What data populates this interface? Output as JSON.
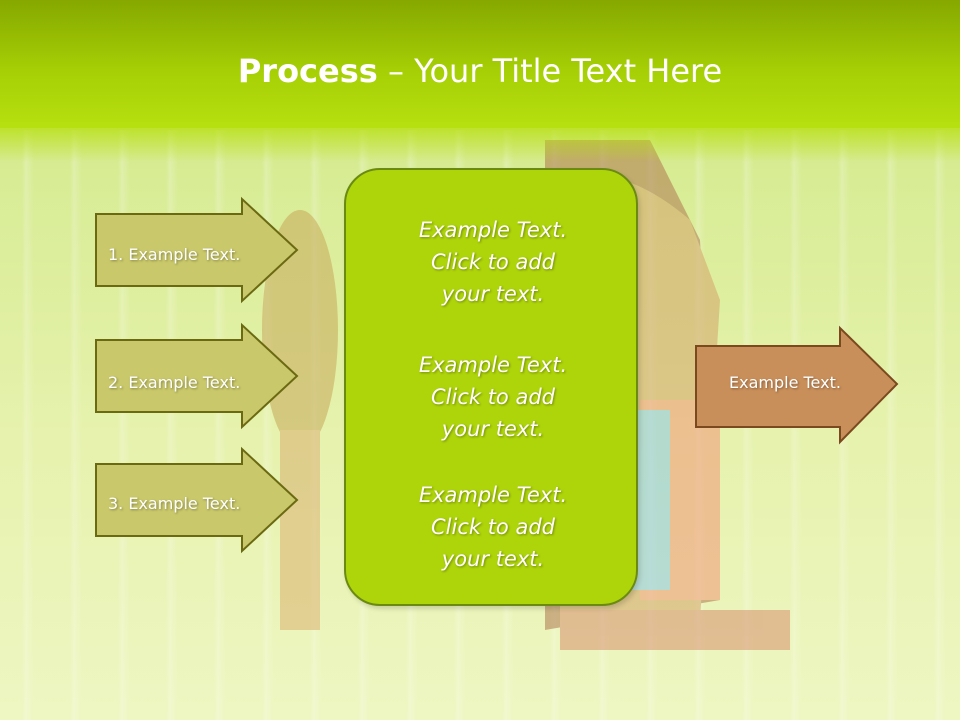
{
  "header": {
    "title_bold": "Process",
    "title_rest": " – Your Title Text Here"
  },
  "left_arrows": [
    {
      "label": "1. Example Text."
    },
    {
      "label": "2. Example Text."
    },
    {
      "label": "3. Example Text."
    }
  ],
  "center_box": {
    "paragraphs": [
      [
        "Example Text.",
        "Click  to add",
        "your text."
      ],
      [
        "Example Text.",
        "Click  to add",
        "your text."
      ],
      [
        "Example Text.",
        "Click  to add",
        "your text."
      ]
    ]
  },
  "right_arrow": {
    "label": "Example Text."
  },
  "colors": {
    "header_green": "#a6cf05",
    "center_fill": "#aed40a",
    "left_arrow_fill": "#c9c86a",
    "left_arrow_border": "#6b6a12",
    "right_arrow_fill": "#c98f5a",
    "right_arrow_border": "#7a4a1e"
  }
}
